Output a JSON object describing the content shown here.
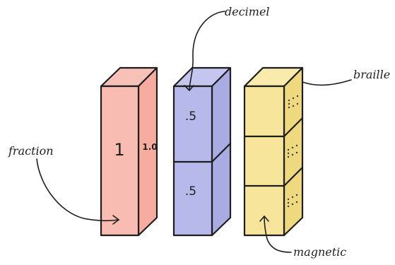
{
  "labels": {
    "top": "decimel",
    "right": "braille",
    "left": "fraction",
    "bottom": "magnetic"
  },
  "blocks": {
    "fraction": {
      "front_text": "1",
      "side_text": "1.0",
      "color": "#f6b3a8"
    },
    "decimal": {
      "top_text": ".5",
      "bottom_text": ".5",
      "color": "#b6b8ea"
    },
    "braille": {
      "color": "#f6e59b"
    }
  }
}
